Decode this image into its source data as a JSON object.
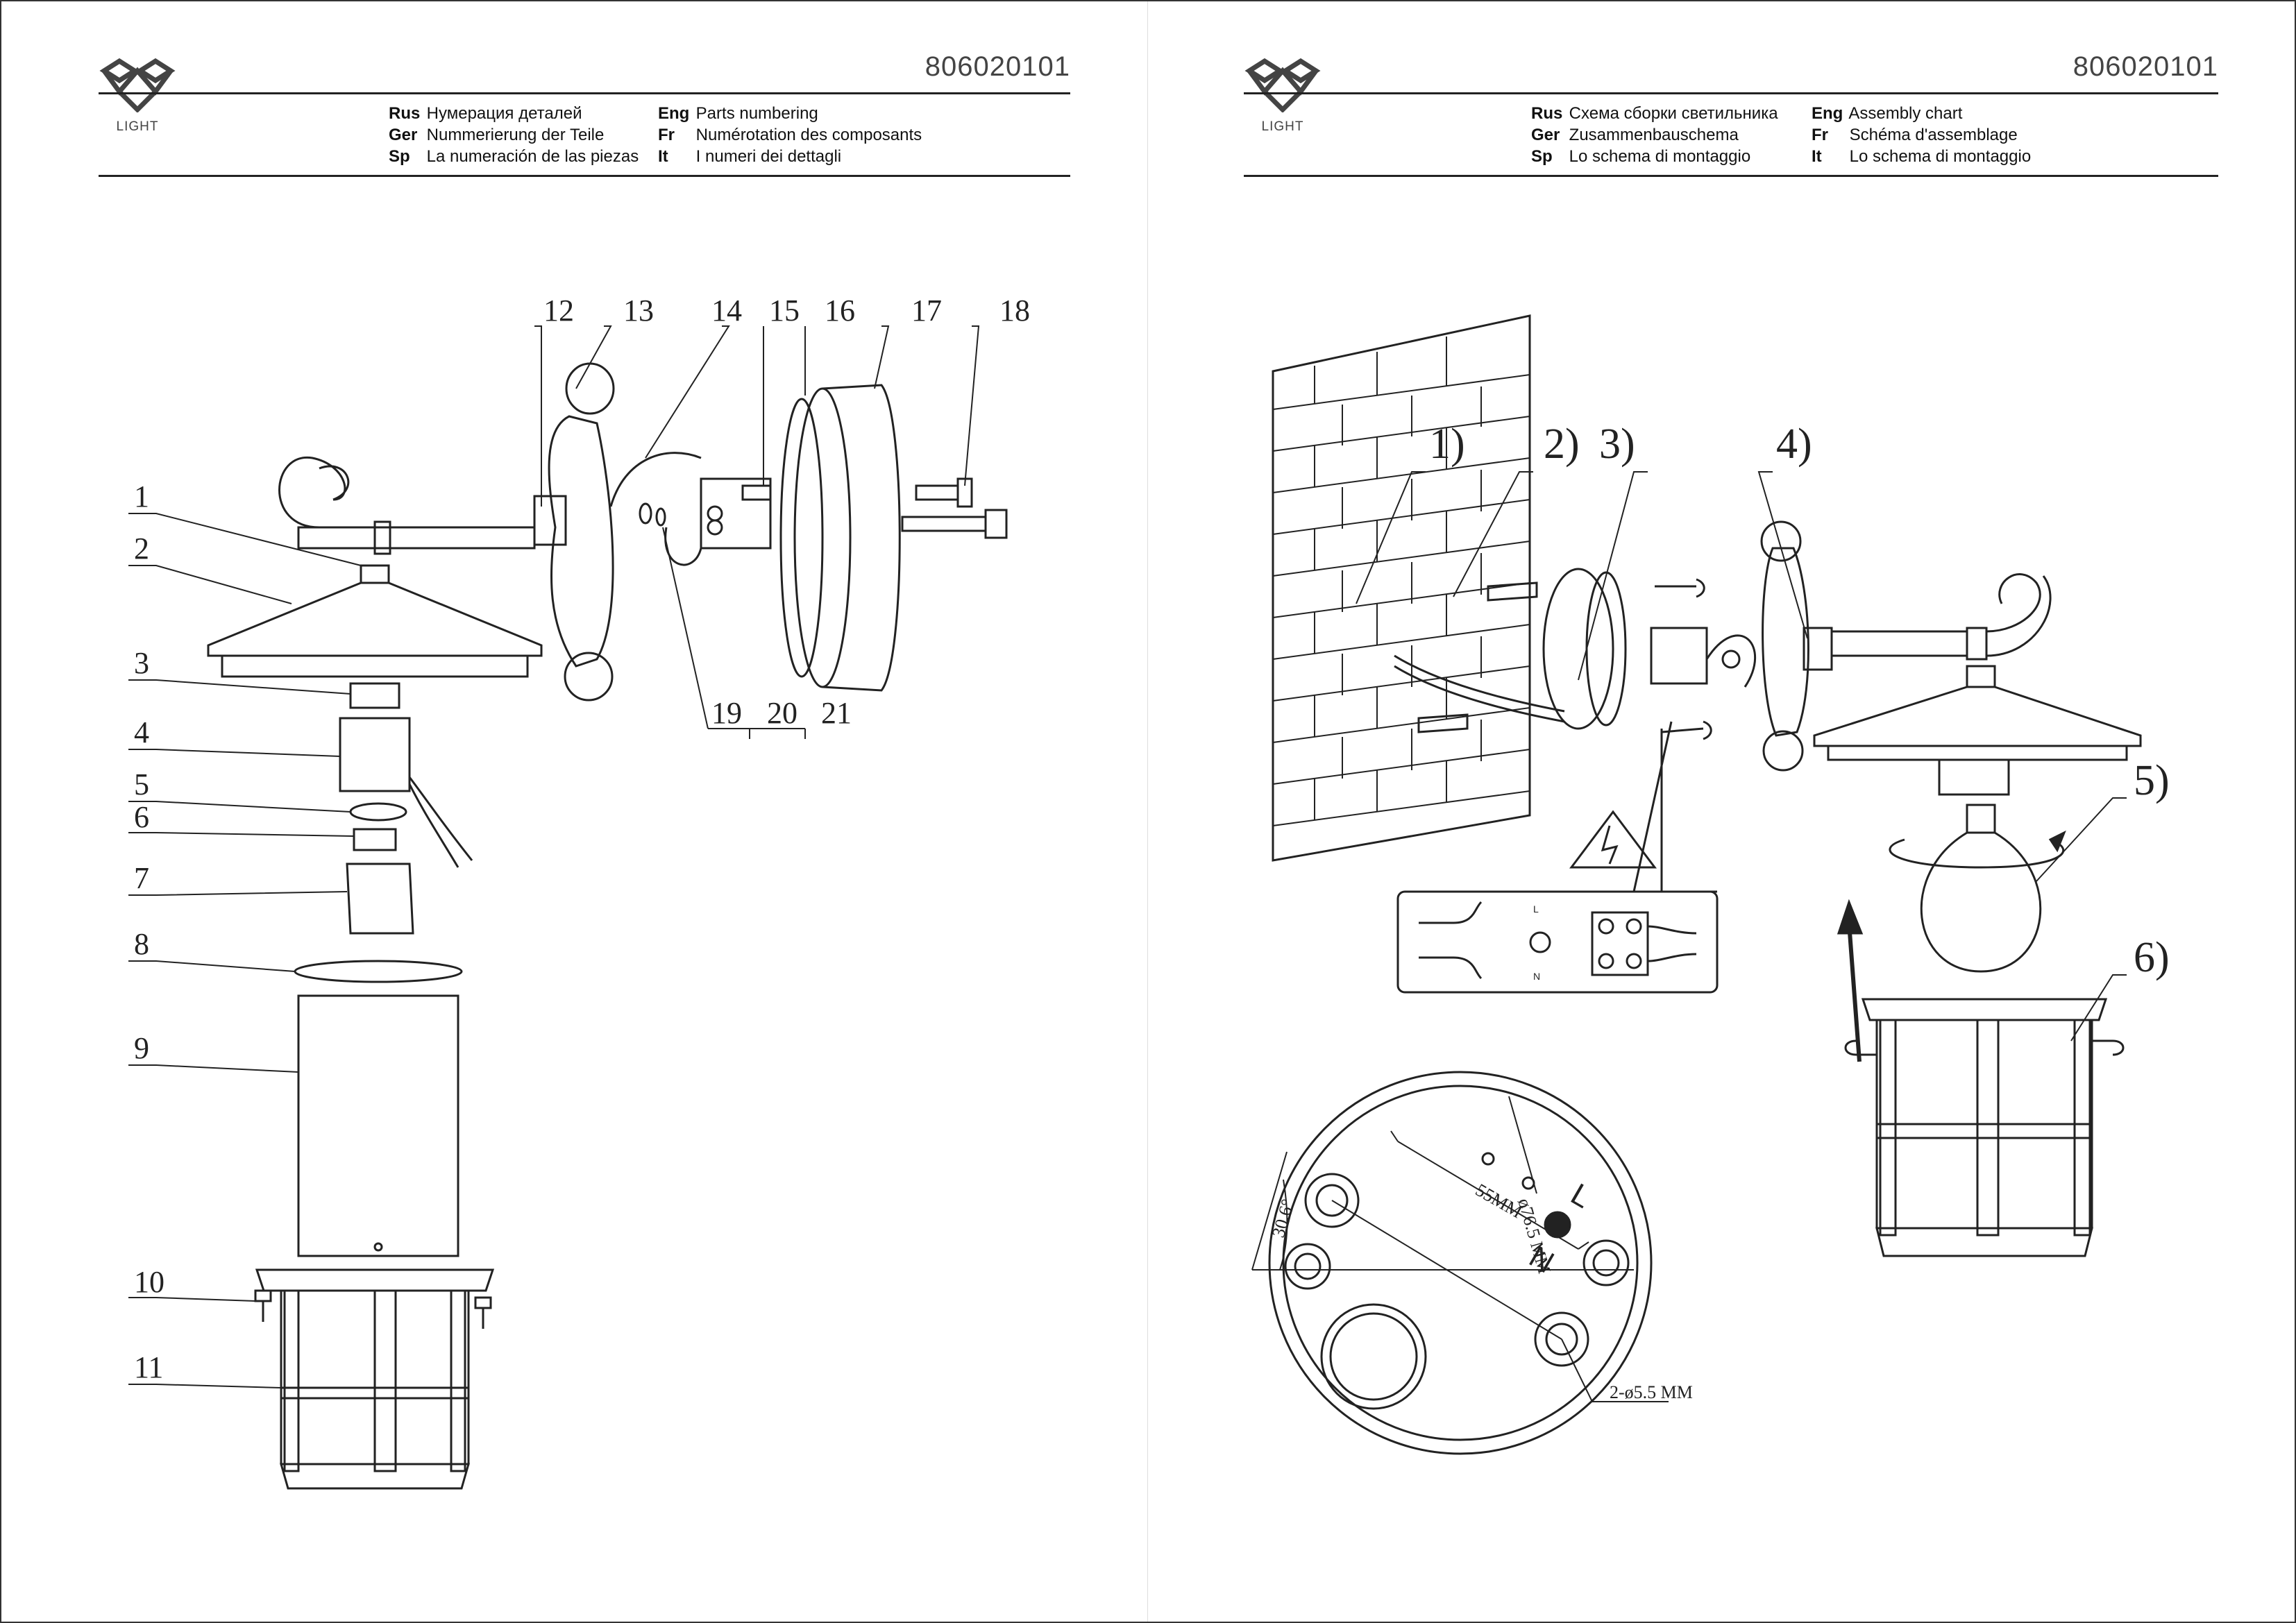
{
  "brand": {
    "logo_text": "LIGHT"
  },
  "model_number": "806020101",
  "left_page": {
    "titles_col1": [
      {
        "lang": "Rus",
        "text": "Нумерация деталей"
      },
      {
        "lang": "Ger",
        "text": "Nummerierung der Teile"
      },
      {
        "lang": "Sp",
        "text": "La numeración de las piezas"
      }
    ],
    "titles_col2": [
      {
        "lang": "Eng",
        "text": "Parts numbering"
      },
      {
        "lang": "Fr",
        "text": "Numérotation des composants"
      },
      {
        "lang": "It",
        "text": "I numeri dei dettagli"
      }
    ],
    "part_labels": [
      "1",
      "2",
      "3",
      "4",
      "5",
      "6",
      "7",
      "8",
      "9",
      "10",
      "11",
      "12",
      "13",
      "14",
      "15",
      "16",
      "17",
      "18",
      "19",
      "20",
      "21"
    ]
  },
  "right_page": {
    "titles_col1": [
      {
        "lang": "Rus",
        "text": "Схема сборки светильника"
      },
      {
        "lang": "Ger",
        "text": "Zusammenbauschema"
      },
      {
        "lang": "Sp",
        "text": "Lo schema di montaggio"
      }
    ],
    "titles_col2": [
      {
        "lang": "Eng",
        "text": "Assembly chart"
      },
      {
        "lang": "Fr",
        "text": "Schéma d'assemblage"
      },
      {
        "lang": "It",
        "text": "Lo schema di montaggio"
      }
    ],
    "step_labels": [
      "1)",
      "2)",
      "3)",
      "4)",
      "5)",
      "6)"
    ],
    "wiring": {
      "L": "L",
      "N": "N"
    },
    "dimensions": {
      "diameter": "ø76.5 MM",
      "spacing": "55MM",
      "angle": "30.6°",
      "holes": "2-ø5.5 MM",
      "L": "L",
      "N": "N"
    }
  },
  "colors": {
    "line": "#222222",
    "accent": "#444444"
  }
}
